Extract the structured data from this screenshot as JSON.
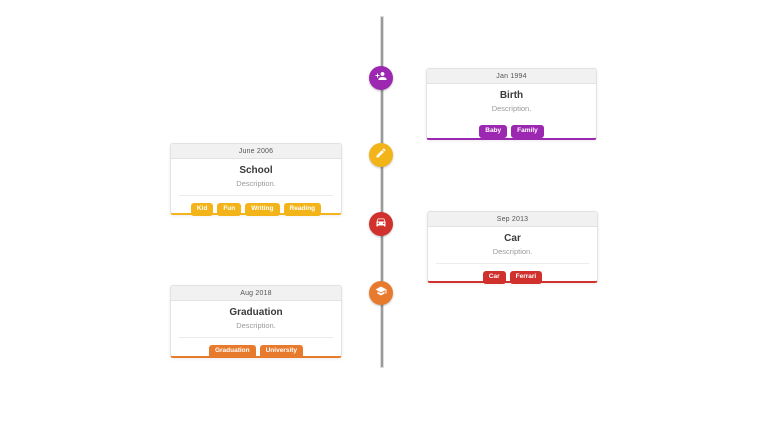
{
  "page": {
    "background_color": "#ffffff",
    "timeline_line_color": "#9a9a9a"
  },
  "timeline": {
    "events": [
      {
        "date": "Jan 1994",
        "title": "Birth",
        "description": "Description.",
        "badges": [
          "Baby",
          "Family"
        ],
        "icon": "person-add-icon",
        "accent_color": "#9c27b0",
        "side": "right"
      },
      {
        "date": "June 2006",
        "title": "School",
        "description": "Description.",
        "badges": [
          "Kid",
          "Fun",
          "Writing",
          "Reading"
        ],
        "icon": "pencil-icon",
        "accent_color": "#f2b418",
        "side": "left"
      },
      {
        "date": "Sep 2013",
        "title": "Car",
        "description": "Description.",
        "badges": [
          "Car",
          "Ferrari"
        ],
        "icon": "car-icon",
        "accent_color": "#d0312d",
        "side": "right"
      },
      {
        "date": "Aug 2018",
        "title": "Graduation",
        "description": "Description.",
        "badges": [
          "Graduation",
          "University"
        ],
        "icon": "graduation-cap-icon",
        "accent_color": "#e87a2d",
        "side": "left"
      }
    ]
  }
}
